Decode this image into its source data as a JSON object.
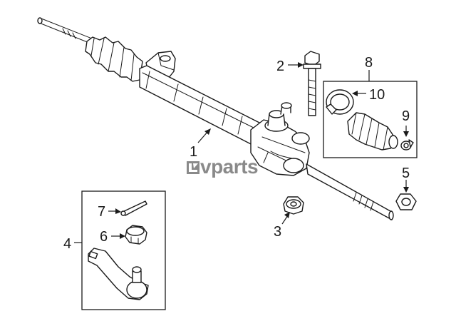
{
  "watermark": {
    "text": "vparts",
    "color": "#8a8a8a"
  },
  "callouts": [
    {
      "id": "1",
      "label": "1"
    },
    {
      "id": "2",
      "label": "2"
    },
    {
      "id": "3",
      "label": "3"
    },
    {
      "id": "4",
      "label": "4"
    },
    {
      "id": "5",
      "label": "5"
    },
    {
      "id": "6",
      "label": "6"
    },
    {
      "id": "7",
      "label": "7"
    },
    {
      "id": "8",
      "label": "8"
    },
    {
      "id": "9",
      "label": "9"
    },
    {
      "id": "10",
      "label": "10"
    }
  ],
  "colors": {
    "line": "#1a1a1a",
    "background": "#ffffff"
  },
  "icons": {
    "watermark_logo": "lv-logo-mark"
  }
}
